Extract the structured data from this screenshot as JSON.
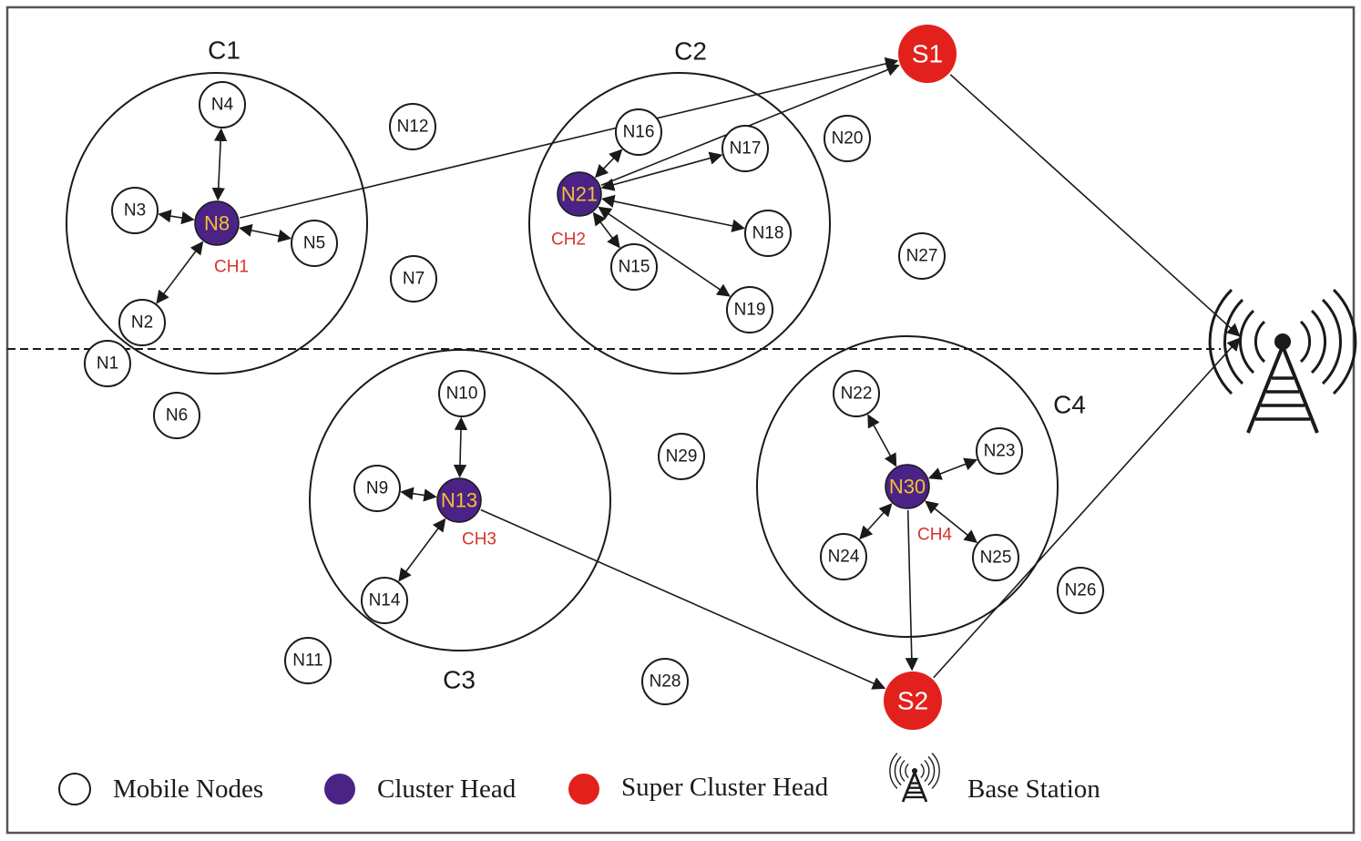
{
  "colors": {
    "cluster_head": "#4b2386",
    "cluster_head_text": "#f2c230",
    "super_cluster_head": "#e3211c",
    "ch_tag": "#d8332a",
    "line": "#1a1a1a"
  },
  "clusters": [
    {
      "id": "c1",
      "name": "C1"
    },
    {
      "id": "c2",
      "name": "C2"
    },
    {
      "id": "c3",
      "name": "C3"
    },
    {
      "id": "c4",
      "name": "C4"
    }
  ],
  "mobile_nodes": [
    {
      "id": "n1",
      "label": "N1"
    },
    {
      "id": "n2",
      "label": "N2"
    },
    {
      "id": "n3",
      "label": "N3"
    },
    {
      "id": "n4",
      "label": "N4"
    },
    {
      "id": "n5",
      "label": "N5"
    },
    {
      "id": "n6",
      "label": "N6"
    },
    {
      "id": "n7",
      "label": "N7"
    },
    {
      "id": "n9",
      "label": "N9"
    },
    {
      "id": "n10",
      "label": "N10"
    },
    {
      "id": "n11",
      "label": "N11"
    },
    {
      "id": "n12",
      "label": "N12"
    },
    {
      "id": "n14",
      "label": "N14"
    },
    {
      "id": "n15",
      "label": "N15"
    },
    {
      "id": "n16",
      "label": "N16"
    },
    {
      "id": "n17",
      "label": "N17"
    },
    {
      "id": "n18",
      "label": "N18"
    },
    {
      "id": "n19",
      "label": "N19"
    },
    {
      "id": "n20",
      "label": "N20"
    },
    {
      "id": "n22",
      "label": "N22"
    },
    {
      "id": "n23",
      "label": "N23"
    },
    {
      "id": "n24",
      "label": "N24"
    },
    {
      "id": "n25",
      "label": "N25"
    },
    {
      "id": "n26",
      "label": "N26"
    },
    {
      "id": "n27",
      "label": "N27"
    },
    {
      "id": "n28",
      "label": "N28"
    },
    {
      "id": "n29",
      "label": "N29"
    }
  ],
  "cluster_heads": [
    {
      "id": "n8",
      "label": "N8",
      "tag": "CH1"
    },
    {
      "id": "n21",
      "label": "N21",
      "tag": "CH2"
    },
    {
      "id": "n13",
      "label": "N13",
      "tag": "CH3"
    },
    {
      "id": "n30",
      "label": "N30",
      "tag": "CH4"
    }
  ],
  "super_cluster_heads": [
    {
      "id": "s1",
      "label": "S1"
    },
    {
      "id": "s2",
      "label": "S2"
    }
  ],
  "links": [
    {
      "from": "n8",
      "to": "n4",
      "type": "bi"
    },
    {
      "from": "n8",
      "to": "n3",
      "type": "bi"
    },
    {
      "from": "n8",
      "to": "n5",
      "type": "bi"
    },
    {
      "from": "n8",
      "to": "n2",
      "type": "bi"
    },
    {
      "from": "n21",
      "to": "n16",
      "type": "bi"
    },
    {
      "from": "n21",
      "to": "n17",
      "type": "bi"
    },
    {
      "from": "n21",
      "to": "n18",
      "type": "bi"
    },
    {
      "from": "n21",
      "to": "n15",
      "type": "bi"
    },
    {
      "from": "n21",
      "to": "n19",
      "type": "bi"
    },
    {
      "from": "n13",
      "to": "n10",
      "type": "bi"
    },
    {
      "from": "n13",
      "to": "n9",
      "type": "bi"
    },
    {
      "from": "n13",
      "to": "n14",
      "type": "bi"
    },
    {
      "from": "n30",
      "to": "n22",
      "type": "bi"
    },
    {
      "from": "n30",
      "to": "n23",
      "type": "bi"
    },
    {
      "from": "n30",
      "to": "n24",
      "type": "bi"
    },
    {
      "from": "n30",
      "to": "n25",
      "type": "bi"
    },
    {
      "from": "n8",
      "to": "s1",
      "type": "uni"
    },
    {
      "from": "n21",
      "to": "s1",
      "type": "uni"
    },
    {
      "from": "n13",
      "to": "s2",
      "type": "uni"
    },
    {
      "from": "n30",
      "to": "s2",
      "type": "uni"
    },
    {
      "from": "s1",
      "to": "bs",
      "type": "uni"
    },
    {
      "from": "s2",
      "to": "bs",
      "type": "uni"
    }
  ],
  "legend": {
    "mobile_nodes": "Mobile Nodes",
    "cluster_head": "Cluster Head",
    "super_cluster_head": "Super Cluster Head",
    "base_station": "Base Station"
  },
  "base_station": {
    "icon": "antenna-tower-icon"
  }
}
